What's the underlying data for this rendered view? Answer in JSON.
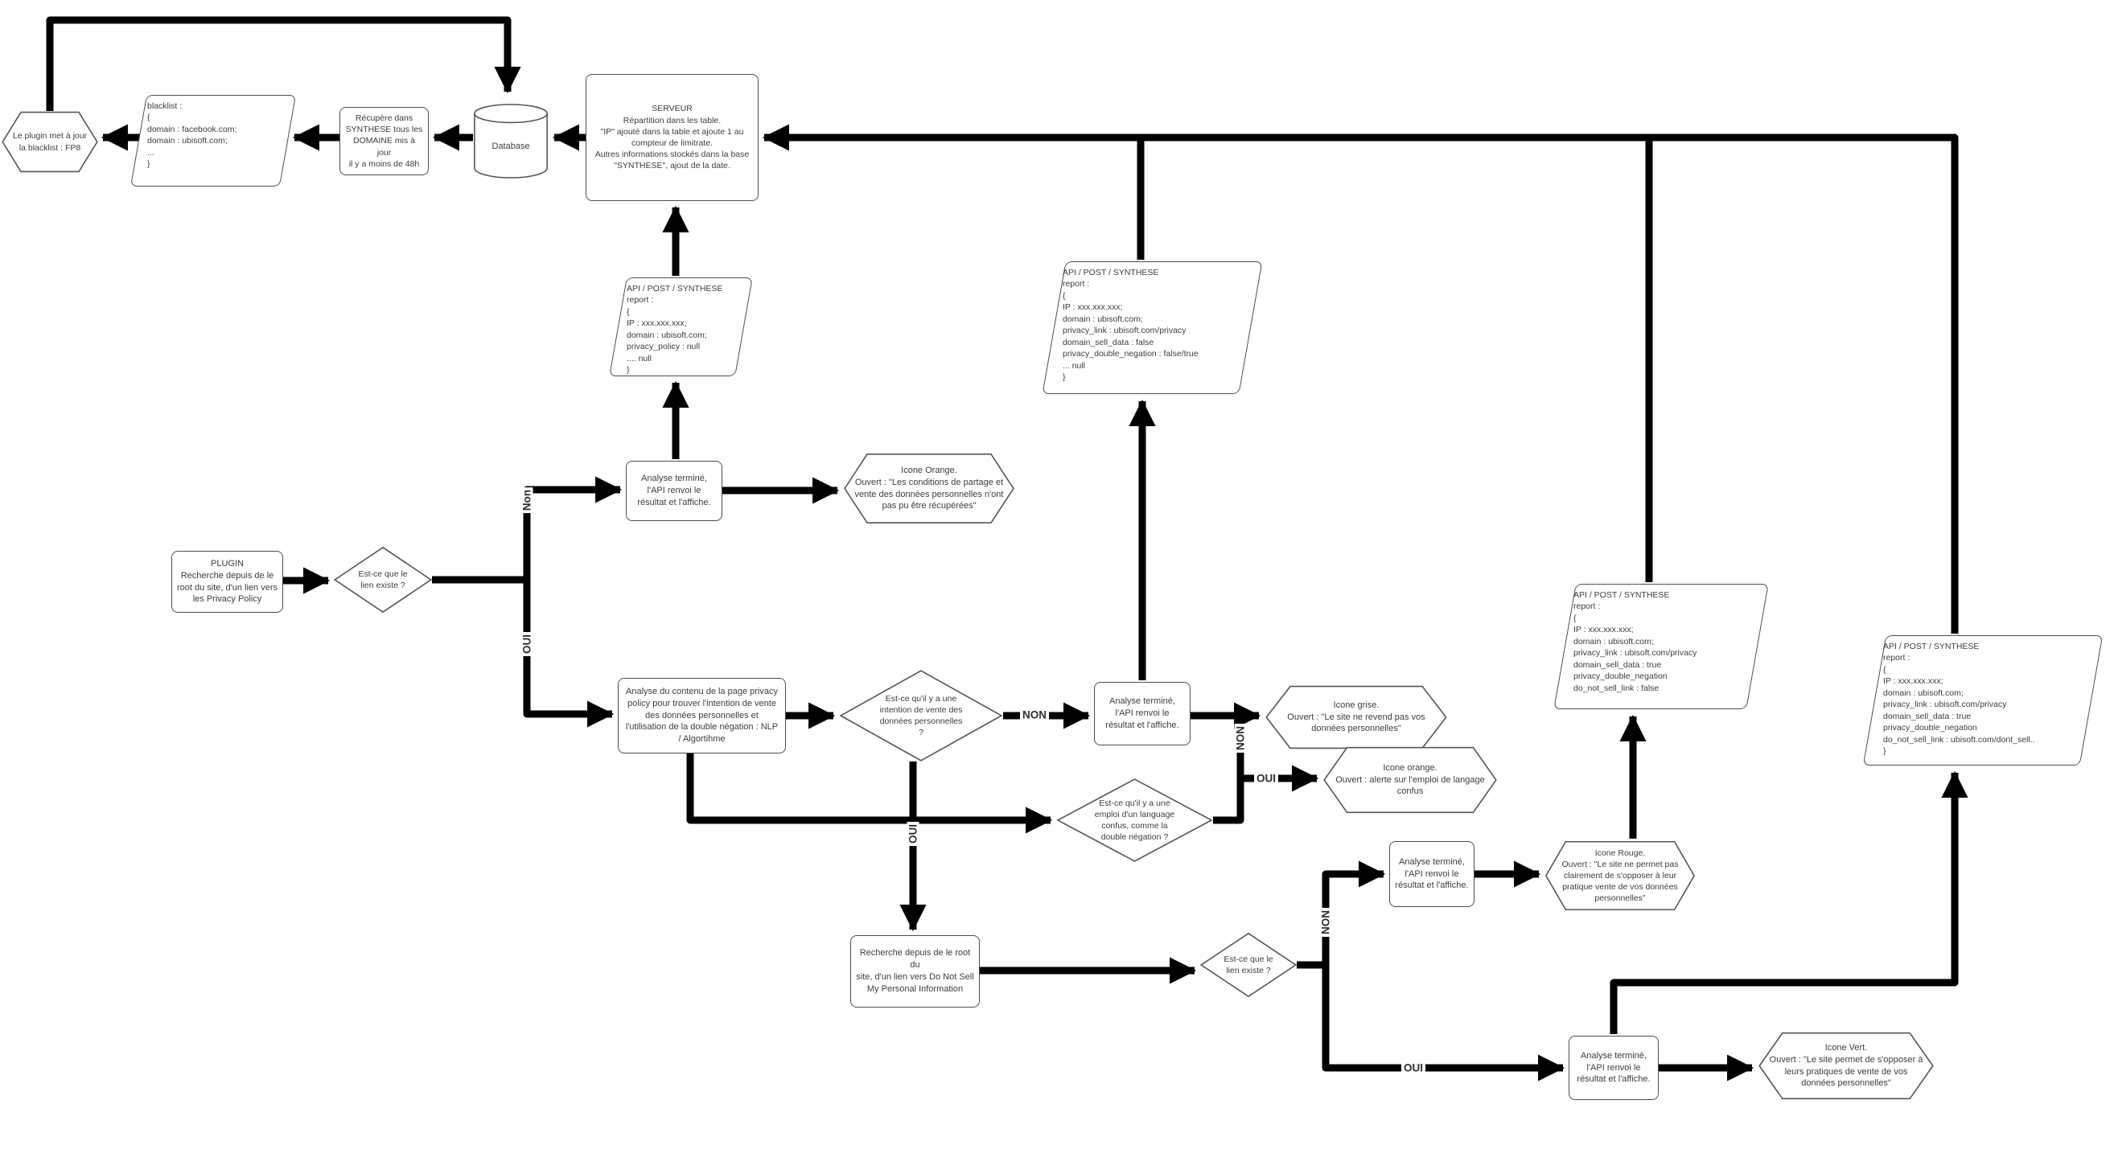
{
  "diagram": {
    "nodes": {
      "plugin_blacklist_hex": "Le plugin met à jour\nla blacklist : FP8",
      "blacklist_data": "blacklist :\n{\ndomain : facebook.com;\ndomain : ubisoft.com;\n...\n}",
      "recupere": "Récupère dans\nSYNTHESE tous les\nDOMAINE mis à jour\nil y a moins de 48h",
      "database": "Database",
      "serveur": "SERVEUR\nRépartition dans les table.\n\"IP\" ajouté dans la table et ajoute 1 au\ncompteur de limitrate.\nAutres informations stockés dans la base\n\"SYNTHESE\", ajout de la date.",
      "api_post_1": "API / POST / SYNTHESE\nreport :\n{\nIP : xxx.xxx.xxx;\ndomain : ubisoft.com;\nprivacy_policy : null\n.... null\n}",
      "api_post_2": "API / POST / SYNTHESE\nreport :\n{\nIP : xxx.xxx.xxx;\ndomain : ubisoft.com;\nprivacy_link : ubisoft.com/privacy\ndomain_sell_data : false\nprivacy_double_negation : false/true\n... null\n}",
      "api_post_3": "API / POST / SYNTHESE\nreport :\n{\nIP : xxx.xxx.xxx;\ndomain : ubisoft.com;\nprivacy_link : ubisoft.com/privacy\ndomain_sell_data : true\nprivacy_double_negation\ndo_not_sell_link : false",
      "api_post_4": "API / POST / SYNTHESE\nreport :\n{\nIP : xxx.xxx.xxx;\ndomain : ubisoft.com;\nprivacy_link : ubisoft.com/privacy\ndomain_sell_data : true\nprivacy_double_negation\ndo_not_sell_link : ubisoft.com/dont_sell..\n}",
      "plugin_box": "PLUGIN\nRecherche depuis de le\nroot du site, d'un lien vers\nles Privacy Policy",
      "lien_existe_1": "Est-ce que le\nlien existe ?",
      "analyse_termine_1": "Analyse terminé,\nl'API renvoi le\nrésultat et l'affiche.",
      "icone_orange_1": "Icone Orange.\nOuvert : \"Les conditions de partage et\nvente des données personnelles n'ont\npas pu être récupérées\"",
      "analyse_contenu": "Analyse du contenu de la page privacy\npolicy pour trouver l'intention de vente\ndes données personnelles et\nl'utilisation de la double négation : NLP\n/ Algortihme",
      "intention_vente": "Est-ce qu'il y a une\nintention de vente des\ndonnées personnelles\n?",
      "analyse_termine_2": "Analyse terminé,\nl'API renvoi le\nrésultat et l'affiche.",
      "icone_grise": "Icone grise.\nOuvert : \"Le site ne revend pas vos\ndonnées personnelles\"",
      "language_confus": "Est-ce qu'il y a une\nemploi d'un language\nconfus, comme la\ndouble négation ?",
      "icone_orange_2": "Icone orange.\nOuvert : alerte sur l'emploi de langage\nconfus",
      "analyse_termine_3": "Analyse terminé,\nl'API renvoi le\nrésultat et l'affiche.",
      "icone_rouge": "Icone Rouge.\nOuvert : \"Le site ne permet pas\nclairement de s'opposer à leur\npratique vente de vos données\npersonnelles\"",
      "recherche_dnsmpi": "Recherche depuis de le root du\nsite, d'un lien vers Do Not Sell\nMy Personal Information",
      "lien_existe_2": "Est-ce que le\nlien existe ?",
      "analyse_termine_4": "Analyse terminé,\nl'API renvoi le\nrésultat et l'affiche.",
      "icone_vert": "Icone Vert.\nOuvert : \"Le site permet de s'opposer à\nleurs pratiques de vente de vos\ndonnées personnelles\""
    },
    "edge_labels": {
      "non_lien1": "Non",
      "oui_lien1": "OUI",
      "non_intention": "NON",
      "oui_intention": "OUI",
      "non_confus": "NON",
      "oui_confus": "OUI",
      "non_lien2": "NON",
      "oui_lien2": "OUI"
    },
    "colors": {
      "orange": "#e2806a",
      "red": "#dd5252",
      "teal": "#54b3a7",
      "gray": "#9da2a6",
      "dark": "#4d4d4d"
    }
  }
}
